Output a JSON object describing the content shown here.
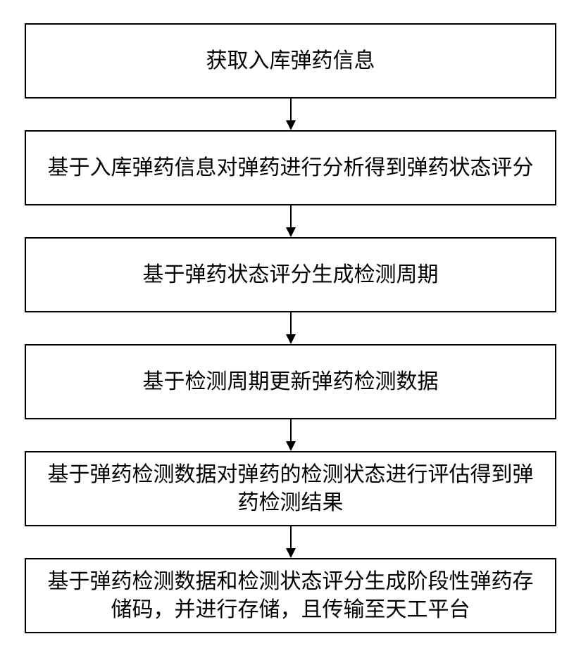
{
  "flowchart": {
    "type": "vertical-flow",
    "colors": {
      "background": "#ffffff",
      "border": "#000000",
      "text": "#000000"
    },
    "steps": [
      {
        "label": "获取入库弹药信息"
      },
      {
        "label": "基于入库弹药信息对弹药进行分析得到弹药状态评分"
      },
      {
        "label": "基于弹药状态评分生成检测周期"
      },
      {
        "label": "基于检测周期更新弹药检测数据"
      },
      {
        "label": "基于弹药检测数据对弹药的检测状态进行评估得到弹药检测结果"
      },
      {
        "label": "基于弹药检测数据和检测状态评分生成阶段性弹药存储码，并进行存储，且传输至天工平台"
      }
    ]
  }
}
